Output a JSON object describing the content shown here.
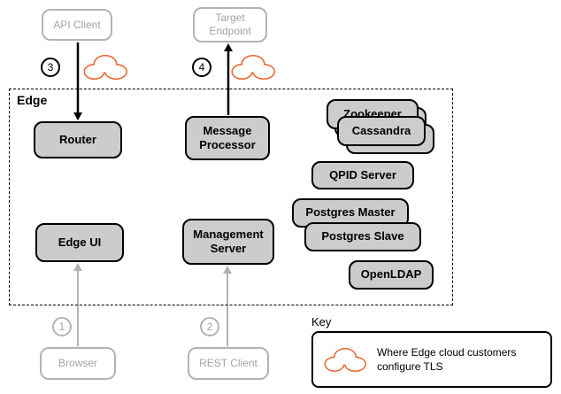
{
  "external": {
    "api_client": "API Client",
    "target_endpoint": "Target Endpoint",
    "browser": "Browser",
    "rest_client": "REST Client"
  },
  "edge": {
    "label": "Edge",
    "router": "Router",
    "message_processor": "Message Processor",
    "edge_ui": "Edge UI",
    "management_server": "Management Server",
    "zookeeper": "Zookeeper",
    "cassandra": "Cassandra",
    "qpid_server": "QPID Server",
    "postgres_master": "Postgres Master",
    "postgres_slave": "Postgres Slave",
    "openldap": "OpenLDAP"
  },
  "steps": {
    "step1": "1",
    "step2": "2",
    "step3": "3",
    "step4": "4"
  },
  "key": {
    "title": "Key",
    "tls_note": "Where Edge cloud customers configure TLS"
  },
  "colors": {
    "cloud_color": "#e8632c",
    "node_fill": "#cccccc",
    "node_border": "#000000",
    "external_border": "#b3b3b3",
    "external_text": "#a3a3a3",
    "gray_arrow": "#b3b3b3"
  }
}
